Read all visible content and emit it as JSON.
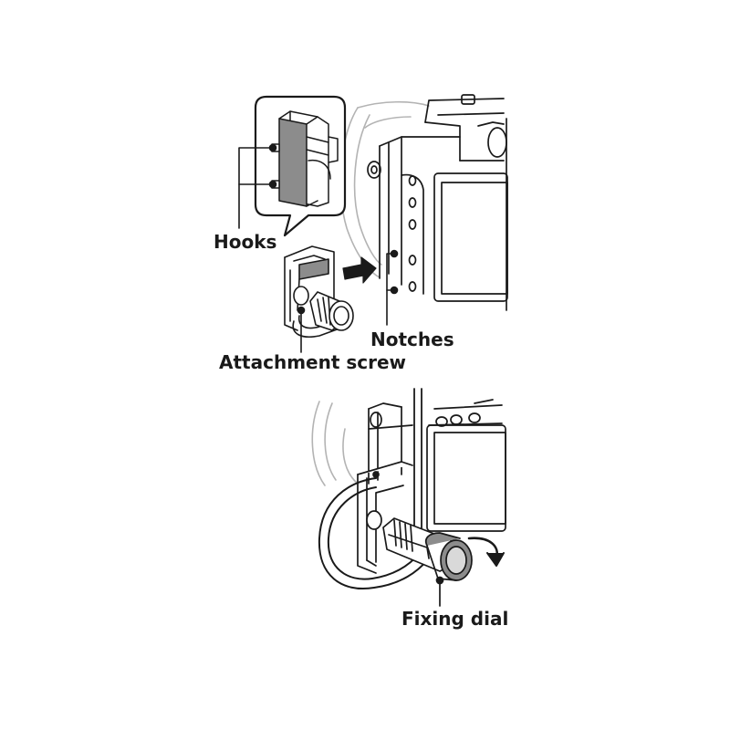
{
  "labels": {
    "hooks": "Hooks",
    "notches": "Notches",
    "attachment_screw": "Attachment screw",
    "fixing_dial": "Fixing dial"
  },
  "colors": {
    "line": "#1a1a1a",
    "faint": "#b3b3b3",
    "fill_gray": "#8c8c8c",
    "fill_light": "#d9d9d9"
  }
}
